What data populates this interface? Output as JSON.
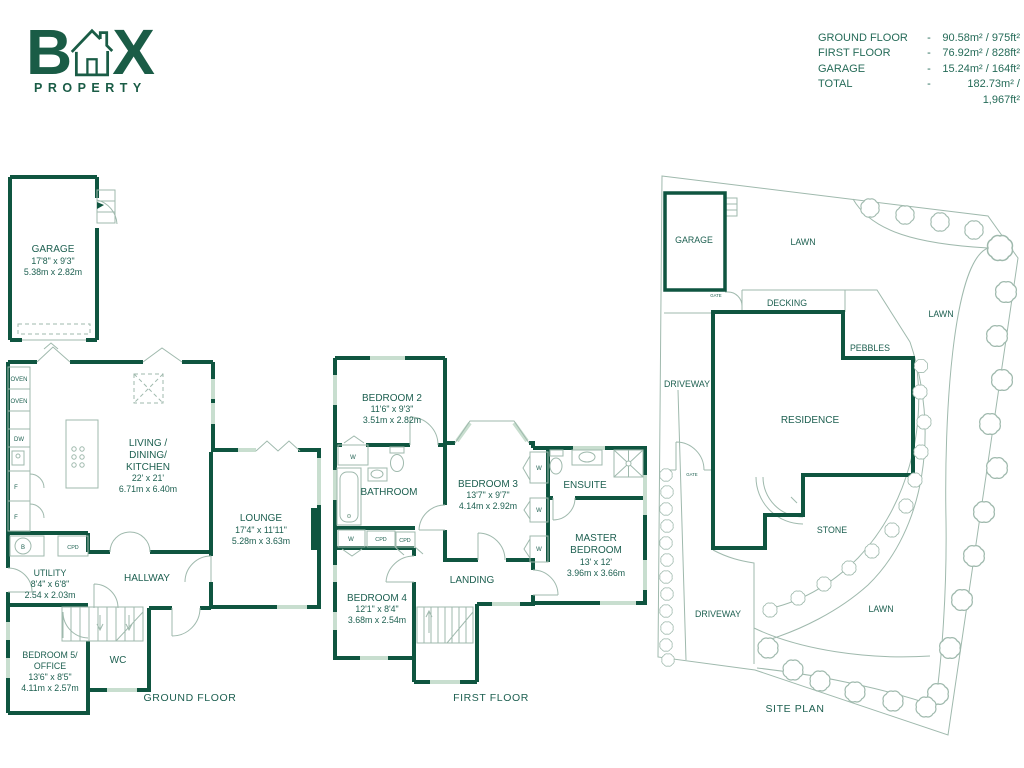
{
  "brand": {
    "letter_b": "B",
    "letter_x": "X",
    "subtitle": "PROPERTY",
    "accent_color": "#1A5C46"
  },
  "area_table": {
    "rows": [
      {
        "label": "GROUND FLOOR",
        "sep": "-",
        "value": "90.58m² / 975ft²"
      },
      {
        "label": "FIRST FLOOR",
        "sep": "-",
        "value": "76.92m² / 828ft²"
      },
      {
        "label": "GARAGE",
        "sep": "-",
        "value": "15.24m² / 164ft²"
      },
      {
        "label": "TOTAL",
        "sep": "-",
        "value": "182.73m² / 1,967ft²"
      }
    ]
  },
  "ground_floor": {
    "caption": "GROUND FLOOR",
    "garage": {
      "name": "GARAGE",
      "dims_ft": "17'8\" x 9'3\"",
      "dims_m": "5.38m x 2.82m"
    },
    "kitchen": {
      "n1": "LIVING /",
      "n2": "DINING/",
      "n3": "KITCHEN",
      "dims_ft": "22' x 21'",
      "dims_m": "6.71m x 6.40m"
    },
    "lounge": {
      "name": "LOUNGE",
      "dims_ft": "17'4\" x 11'11\"",
      "dims_m": "5.28m x 3.63m"
    },
    "hallway": {
      "name": "HALLWAY"
    },
    "utility": {
      "name": "UTILITY",
      "dims_ft": "8'4\" x 6'8\"",
      "dims_m": "2.54 x 2.03m"
    },
    "bedroom5": {
      "n1": "BEDROOM 5/",
      "n2": "OFFICE",
      "dims_ft": "13'6\" x 8'5\"",
      "dims_m": "4.11m x 2.57m"
    },
    "wc": {
      "name": "WC"
    },
    "labels": {
      "oven": "OVEN",
      "dw": "DW",
      "f": "F",
      "b": "B",
      "cpd": "CPD"
    }
  },
  "first_floor": {
    "caption": "FIRST FLOOR",
    "bedroom2": {
      "name": "BEDROOM 2",
      "dims_ft": "11'6\" x 9'3\"",
      "dims_m": "3.51m x 2.82m"
    },
    "bedroom3": {
      "name": "BEDROOM 3",
      "dims_ft": "13'7\" x 9'7\"",
      "dims_m": "4.14m x 2.92m"
    },
    "bedroom4": {
      "name": "BEDROOM 4",
      "dims_ft": "12'1\" x 8'4\"",
      "dims_m": "3.68m x 2.54m"
    },
    "master": {
      "n1": "MASTER",
      "n2": "BEDROOM",
      "dims_ft": "13' x 12'",
      "dims_m": "3.96m x 3.66m"
    },
    "bathroom": {
      "name": "BATHROOM"
    },
    "ensuite": {
      "name": "ENSUITE"
    },
    "landing": {
      "name": "LANDING"
    },
    "labels": {
      "w": "W",
      "cpd": "CPD"
    }
  },
  "site_plan": {
    "caption": "SITE PLAN",
    "garage": "GARAGE",
    "residence": "RESIDENCE",
    "decking": "DECKING",
    "pebbles": "PEBBLES",
    "stone": "STONE",
    "lawn": "LAWN",
    "driveway": "DRIVEWAY",
    "gate": "GATE"
  },
  "colors": {
    "wall": "#0F5540",
    "thin_line": "#9FB9AD",
    "text": "#1E6051",
    "window": "#C8DECF"
  }
}
